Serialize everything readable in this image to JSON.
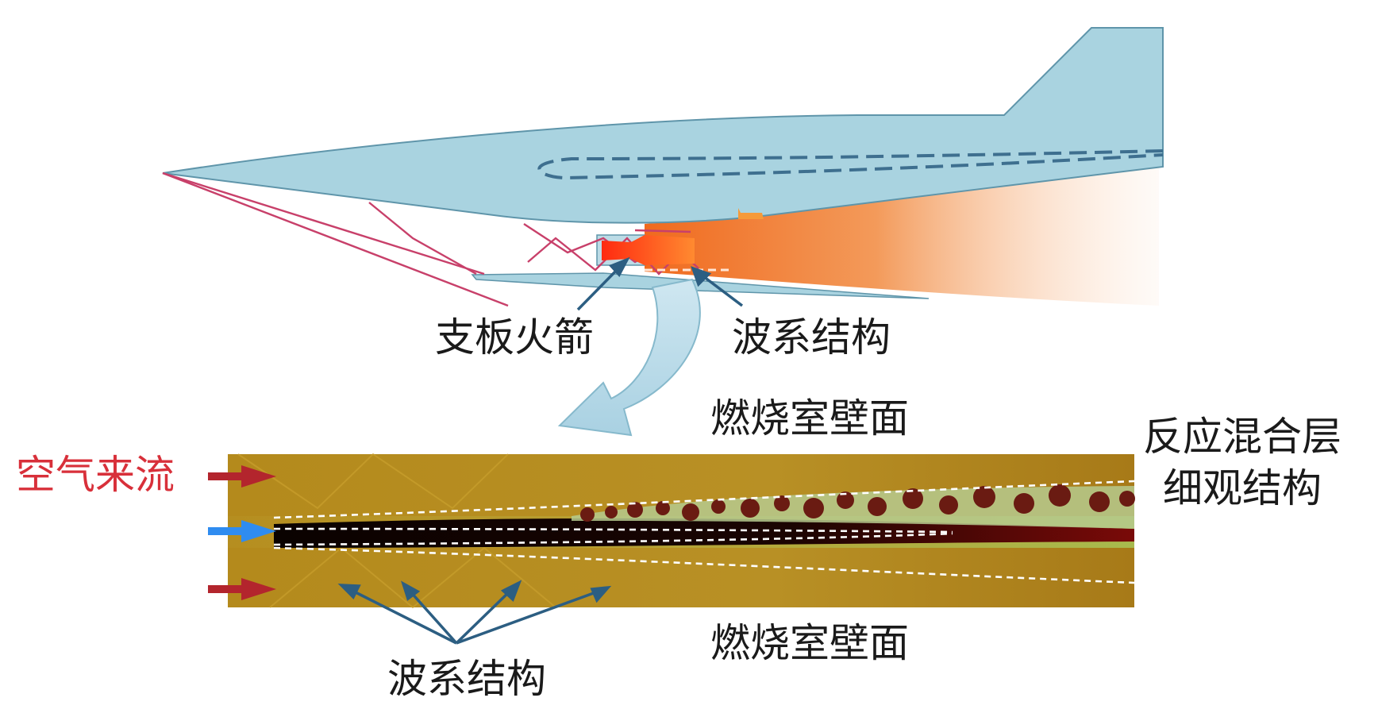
{
  "labels": {
    "strut_rocket": "支板火箭",
    "wave_system_top": "波系结构",
    "combustor_wall_top": "燃烧室壁面",
    "reaction_mixing_line1": "反应混合层",
    "reaction_mixing_line2": "细观结构",
    "air_inflow": "空气来流",
    "combustor_wall_bottom": "燃烧室壁面",
    "wave_system_bottom": "波系结构"
  },
  "colors": {
    "aircraft_body": "#a9d3e0",
    "aircraft_outline": "#5f95aa",
    "shock_lines": "#c8406a",
    "plume": "#f07a26",
    "channel_fill": "#b98f20",
    "jet_core": "#150400",
    "mixing_layer": "#a8c080",
    "arrow_red": "#b3252d",
    "arrow_blue": "#2f8cf0",
    "pointer_arrow": "#2c5e82",
    "label_red": "#d8303a"
  },
  "icons": {
    "air_arrows": "right-arrow-icon",
    "fuel_arrow": "right-arrow-icon",
    "zoom_arrow": "curved-arrow-icon"
  }
}
